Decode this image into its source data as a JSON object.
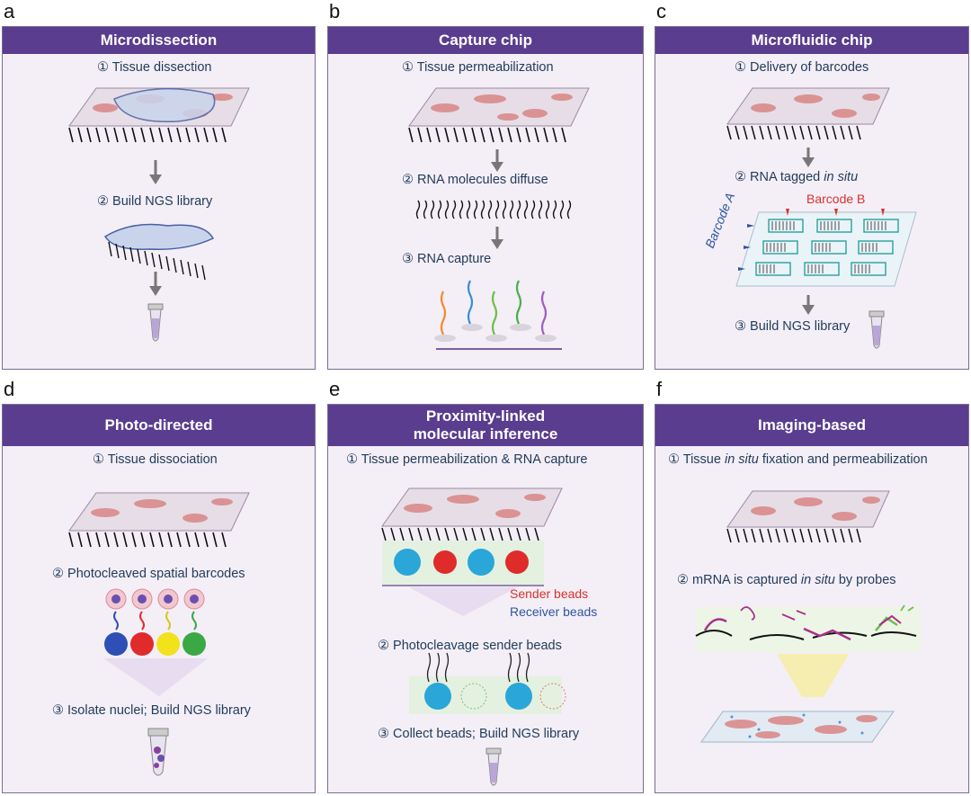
{
  "panels": [
    {
      "letter": "a",
      "title": "Microdissection",
      "steps": [
        "① Tissue dissection",
        "② Build NGS library"
      ]
    },
    {
      "letter": "b",
      "title": "Capture chip",
      "steps": [
        "① Tissue  permeabilization",
        "② RNA molecules diffuse",
        "③ RNA capture"
      ]
    },
    {
      "letter": "c",
      "title": "Microfluidic chip",
      "steps": [
        "① Delivery of  barcodes",
        "② RNA tagged ",
        "③ Build NGS library"
      ],
      "step2_italic": "in situ",
      "labels": {
        "barcode_b": "Barcode B",
        "barcode_a": "Barcode A"
      }
    },
    {
      "letter": "d",
      "title": "Photo-directed",
      "steps": [
        "① Tissue dissociation",
        "② Photocleaved spatial barcodes",
        "③ Isolate nuclei; Build NGS library"
      ]
    },
    {
      "letter": "e",
      "title_line1": "Proximity-linked",
      "title_line2": "molecular inference",
      "steps": [
        "① Tissue permeabilization & RNA capture",
        "② Photocleavage sender beads",
        "③ Collect beads; Build NGS library"
      ],
      "labels": {
        "sender": "Sender beads",
        "receiver": "Receiver beads"
      }
    },
    {
      "letter": "f",
      "title": "Imaging-based",
      "step1_pre": "① Tissue ",
      "step1_italic": "in situ",
      "step1_post": " fixation and permeabilization",
      "step2_pre": "② mRNA is captured ",
      "step2_italic": "in situ",
      "step2_post": " by probes"
    }
  ],
  "colors": {
    "header": "#5a3d8f",
    "panel_bg": "#f4eef6",
    "text": "#1f3b5a",
    "red": "#d8322e",
    "blue": "#2b56a0"
  },
  "bead_colors": [
    "#2e4fb5",
    "#e02b2b",
    "#f2e21c",
    "#3aa845"
  ],
  "capture_probe_colors": [
    "#f08a2c",
    "#3a8fd6",
    "#6cc04a",
    "#48b048",
    "#9b5fbf"
  ]
}
